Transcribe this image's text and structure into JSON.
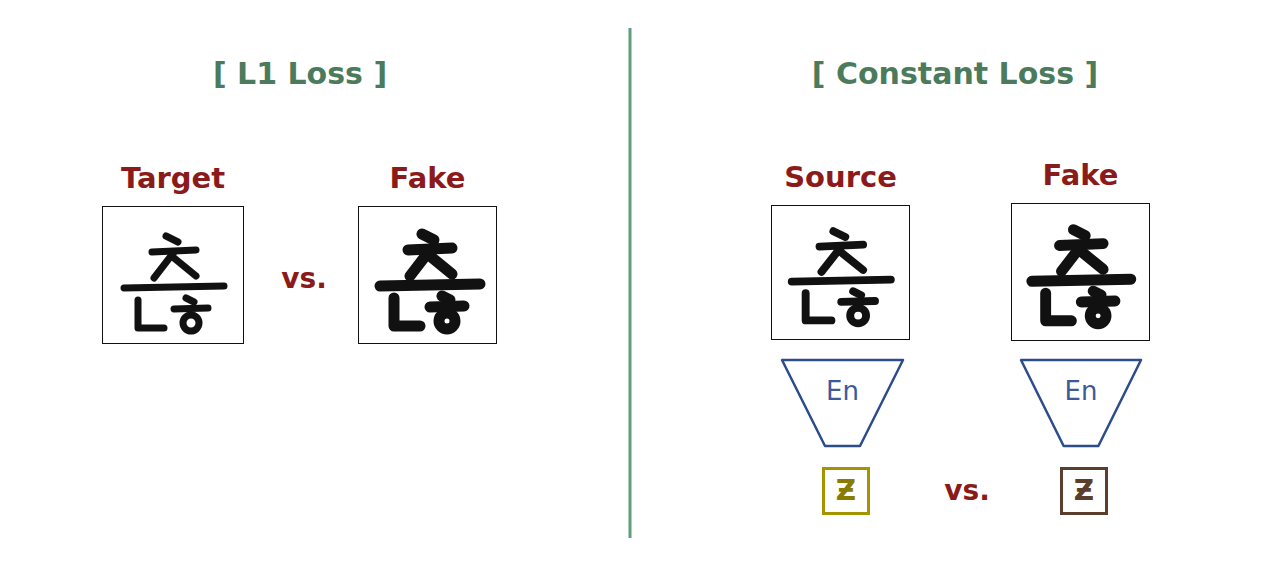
{
  "diagram": {
    "nodes": [
      {
        "text": [
          "Target"
        ]
      },
      {
        "text": [
          "Fake"
        ]
      },
      {
        "text": [
          "Source"
        ]
      },
      {
        "text": [
          "Fake"
        ]
      },
      {
        "text": [
          "En"
        ]
      },
      {
        "text": [
          "En"
        ]
      },
      {
        "text": [
          "Ƶ"
        ]
      },
      {
        "text": [
          "Ƶ"
        ]
      }
    ],
    "labels": [
      "[ L1 Loss ]",
      "[ Constant Loss ]",
      "vs.",
      "vs."
    ]
  }
}
